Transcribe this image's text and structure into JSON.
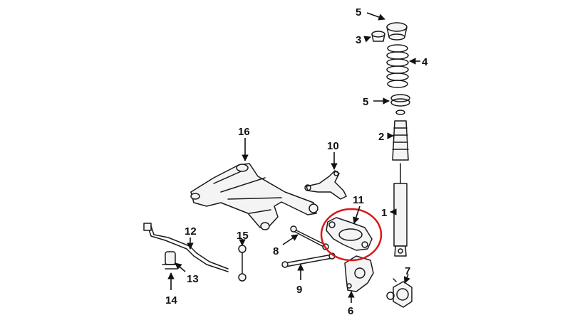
{
  "diagram": {
    "callouts": [
      "1",
      "2",
      "3",
      "4",
      "5",
      "5",
      "6",
      "7",
      "8",
      "9",
      "10",
      "11",
      "12",
      "13",
      "14",
      "15",
      "16"
    ]
  },
  "colors": {
    "line": "#1a1a1a",
    "highlight": "#d81818",
    "background": "#ffffff"
  },
  "highlighted_part": "11"
}
